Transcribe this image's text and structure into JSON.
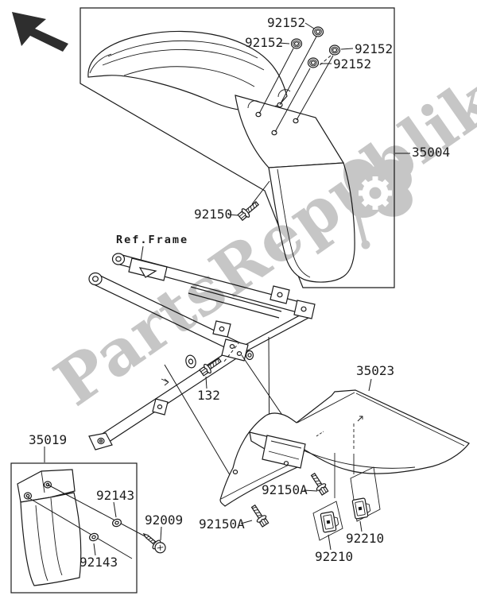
{
  "diagram": {
    "watermark_text": "PartsRepublik",
    "ink_color": "#1a1a1a",
    "watermark_color": "#c6c6c6",
    "arrow_color": "#2e2e2e",
    "labels": [
      {
        "text": "92152"
      },
      {
        "text": "92152"
      },
      {
        "text": "92152"
      },
      {
        "text": "92152"
      },
      {
        "text": "35004"
      },
      {
        "text": "92150"
      },
      {
        "text": "Ref.Frame"
      },
      {
        "text": "132"
      },
      {
        "text": "35023"
      },
      {
        "text": "35019"
      },
      {
        "text": "92143"
      },
      {
        "text": "92009"
      },
      {
        "text": "92143"
      },
      {
        "text": "92150A"
      },
      {
        "text": "92150A"
      },
      {
        "text": "92210"
      },
      {
        "text": "92210"
      }
    ]
  }
}
